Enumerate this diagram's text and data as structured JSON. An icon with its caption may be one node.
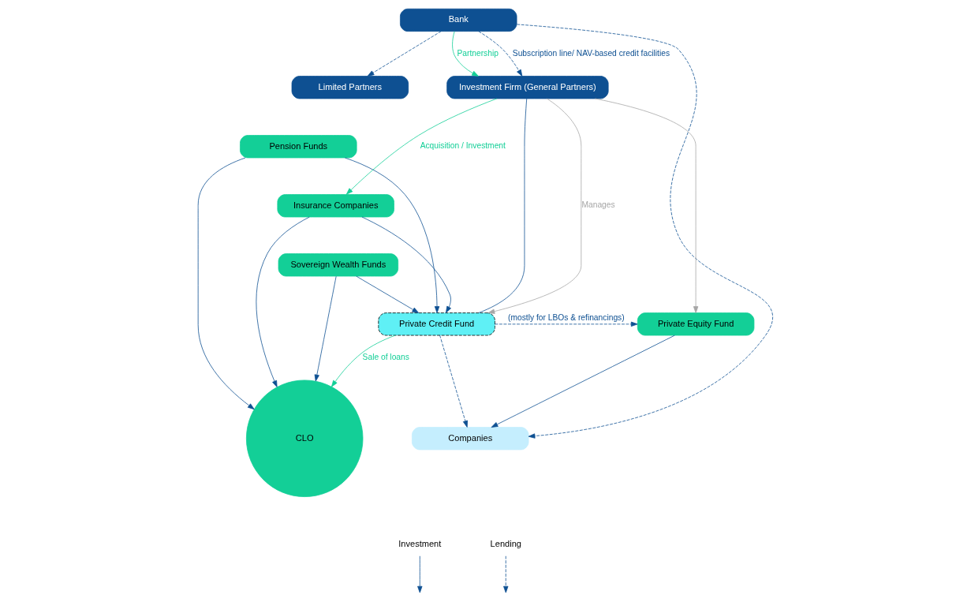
{
  "diagram": {
    "nodes": [
      {
        "text": [
          "Bank"
        ]
      },
      {
        "text": [
          "Limited Partners"
        ]
      },
      {
        "text": [
          "Pension Funds"
        ]
      },
      {
        "text": [
          "Insurance Companies"
        ]
      },
      {
        "text": [
          "Sovereign Wealth Funds"
        ]
      },
      {
        "text": [
          "Investment Firm (General Partners)"
        ]
      },
      {
        "text": [
          "Private Credit Fund"
        ]
      },
      {
        "text": [
          "Private Equity Fund"
        ]
      },
      {
        "text": [
          "CLO"
        ]
      },
      {
        "text": [
          "Companies"
        ]
      }
    ],
    "edges": [
      {
        "from": 5,
        "to": 3,
        "arrow": "to",
        "label": "Acquisition / Investment",
        "color": "#13cf97"
      },
      {
        "from": 0,
        "to": 9,
        "arrow": "to",
        "style": "dashed"
      },
      {
        "from": 0,
        "to": 1,
        "arrow": "to",
        "style": "dashed"
      },
      {
        "from": 0,
        "to": 5,
        "arrow": "to",
        "label": "Partnership",
        "color": "#13cf97"
      },
      {
        "from": 0,
        "to": 5,
        "arrow": "to",
        "style": "dashed",
        "label": "Subscription line/ NAV-based credit facilities"
      },
      {
        "from": 2,
        "to": 6,
        "arrow": "to"
      },
      {
        "from": 3,
        "to": 6,
        "arrow": "to"
      },
      {
        "from": 4,
        "to": 6,
        "arrow": "to"
      },
      {
        "from": 5,
        "to": 6,
        "arrow": "none"
      },
      {
        "from": 2,
        "to": 8,
        "arrow": "to"
      },
      {
        "from": 3,
        "to": 8,
        "arrow": "to"
      },
      {
        "from": 4,
        "to": 8,
        "arrow": "to"
      },
      {
        "from": 5,
        "to": 6,
        "arrow": "to",
        "label": "Manages",
        "color": "#a6a6a6"
      },
      {
        "from": 5,
        "to": 7,
        "arrow": "to",
        "color": "#a6a6a6"
      },
      {
        "from": 6,
        "to": 7,
        "arrow": "to",
        "style": "dashed",
        "label": "(mostly for LBOs & refinancings)"
      },
      {
        "from": 6,
        "to": 8,
        "arrow": "to",
        "label": "Sale of loans",
        "color": "#13cf97"
      },
      {
        "from": 6,
        "to": 9,
        "arrow": "to",
        "style": "dashed"
      },
      {
        "from": 7,
        "to": 9,
        "arrow": "to"
      }
    ],
    "legend": [
      {
        "text": "Investment"
      },
      {
        "text": "Lending"
      }
    ]
  }
}
